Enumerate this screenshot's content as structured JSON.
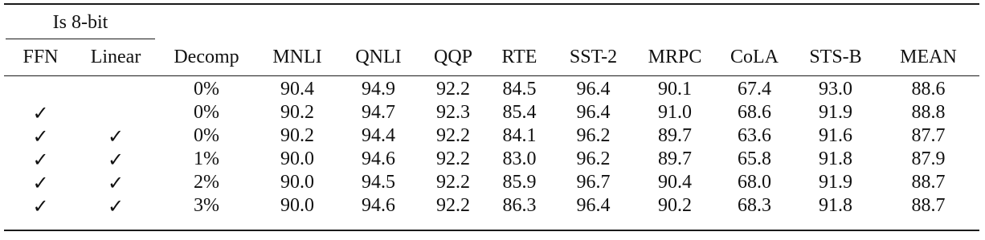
{
  "group_header": "Is 8-bit",
  "columns": [
    "FFN",
    "Linear",
    "Decomp",
    "MNLI",
    "QNLI",
    "QQP",
    "RTE",
    "SST-2",
    "MRPC",
    "CoLA",
    "STS-B",
    "MEAN"
  ],
  "check_symbol": "✓",
  "rows": [
    {
      "ffn": "",
      "linear": "",
      "decomp": "0%",
      "MNLI": "90.4",
      "QNLI": "94.9",
      "QQP": "92.2",
      "RTE": "84.5",
      "SST-2": "96.4",
      "MRPC": "90.1",
      "CoLA": "67.4",
      "STS-B": "93.0",
      "MEAN": "88.6"
    },
    {
      "ffn": "✓",
      "linear": "",
      "decomp": "0%",
      "MNLI": "90.2",
      "QNLI": "94.7",
      "QQP": "92.3",
      "RTE": "85.4",
      "SST-2": "96.4",
      "MRPC": "91.0",
      "CoLA": "68.6",
      "STS-B": "91.9",
      "MEAN": "88.8"
    },
    {
      "ffn": "✓",
      "linear": "✓",
      "decomp": "0%",
      "MNLI": "90.2",
      "QNLI": "94.4",
      "QQP": "92.2",
      "RTE": "84.1",
      "SST-2": "96.2",
      "MRPC": "89.7",
      "CoLA": "63.6",
      "STS-B": "91.6",
      "MEAN": "87.7"
    },
    {
      "ffn": "✓",
      "linear": "✓",
      "decomp": "1%",
      "MNLI": "90.0",
      "QNLI": "94.6",
      "QQP": "92.2",
      "RTE": "83.0",
      "SST-2": "96.2",
      "MRPC": "89.7",
      "CoLA": "65.8",
      "STS-B": "91.8",
      "MEAN": "87.9"
    },
    {
      "ffn": "✓",
      "linear": "✓",
      "decomp": "2%",
      "MNLI": "90.0",
      "QNLI": "94.5",
      "QQP": "92.2",
      "RTE": "85.9",
      "SST-2": "96.7",
      "MRPC": "90.4",
      "CoLA": "68.0",
      "STS-B": "91.9",
      "MEAN": "88.7"
    },
    {
      "ffn": "✓",
      "linear": "✓",
      "decomp": "3%",
      "MNLI": "90.0",
      "QNLI": "94.6",
      "QQP": "92.2",
      "RTE": "86.3",
      "SST-2": "96.4",
      "MRPC": "90.2",
      "CoLA": "68.3",
      "STS-B": "91.8",
      "MEAN": "88.7"
    }
  ]
}
